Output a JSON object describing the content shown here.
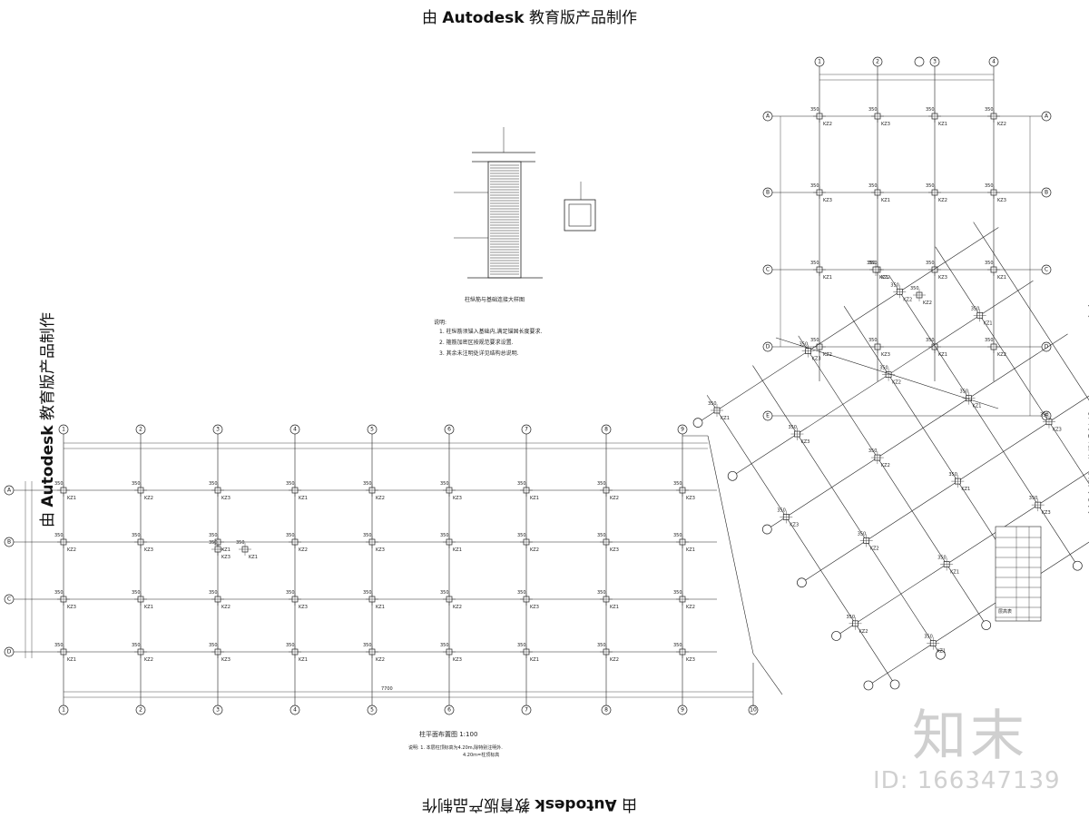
{
  "watermark": {
    "prefix": "由",
    "brand": "Autodesk",
    "suffix": "教育版产品制作"
  },
  "site_brand": "知末",
  "image_id": "ID: 166347139",
  "plan_caption": "柱平面布置图 1:100",
  "plan_note_1": "说明: 1. 本层柱顶标高为4.20m,除特别注明外.",
  "plan_note_2": "4.20m=柱顶标高",
  "detail_title": "柱纵筋与基础连接大样图",
  "detail_notes": [
    "说明:",
    "1. 柱纵筋须锚入基础内,满足锚固长度要求.",
    "2. 箍筋加密区按规范要求设置.",
    "3. 其余未注明处详见结构总说明."
  ],
  "column_labels": [
    "KZ1",
    "KZ2",
    "KZ3"
  ],
  "table_title": "层高表",
  "left_axes_top": [
    "1",
    "2",
    "3",
    "4",
    "5",
    "6",
    "7",
    "8",
    "9",
    "10"
  ],
  "left_axes_side": [
    "A",
    "B",
    "C",
    "D"
  ],
  "right_axes_top": [
    "1",
    "2",
    "3",
    "4"
  ],
  "right_axes_side": [
    "A",
    "B",
    "C",
    "D",
    "E"
  ],
  "dimension_total": "7700"
}
